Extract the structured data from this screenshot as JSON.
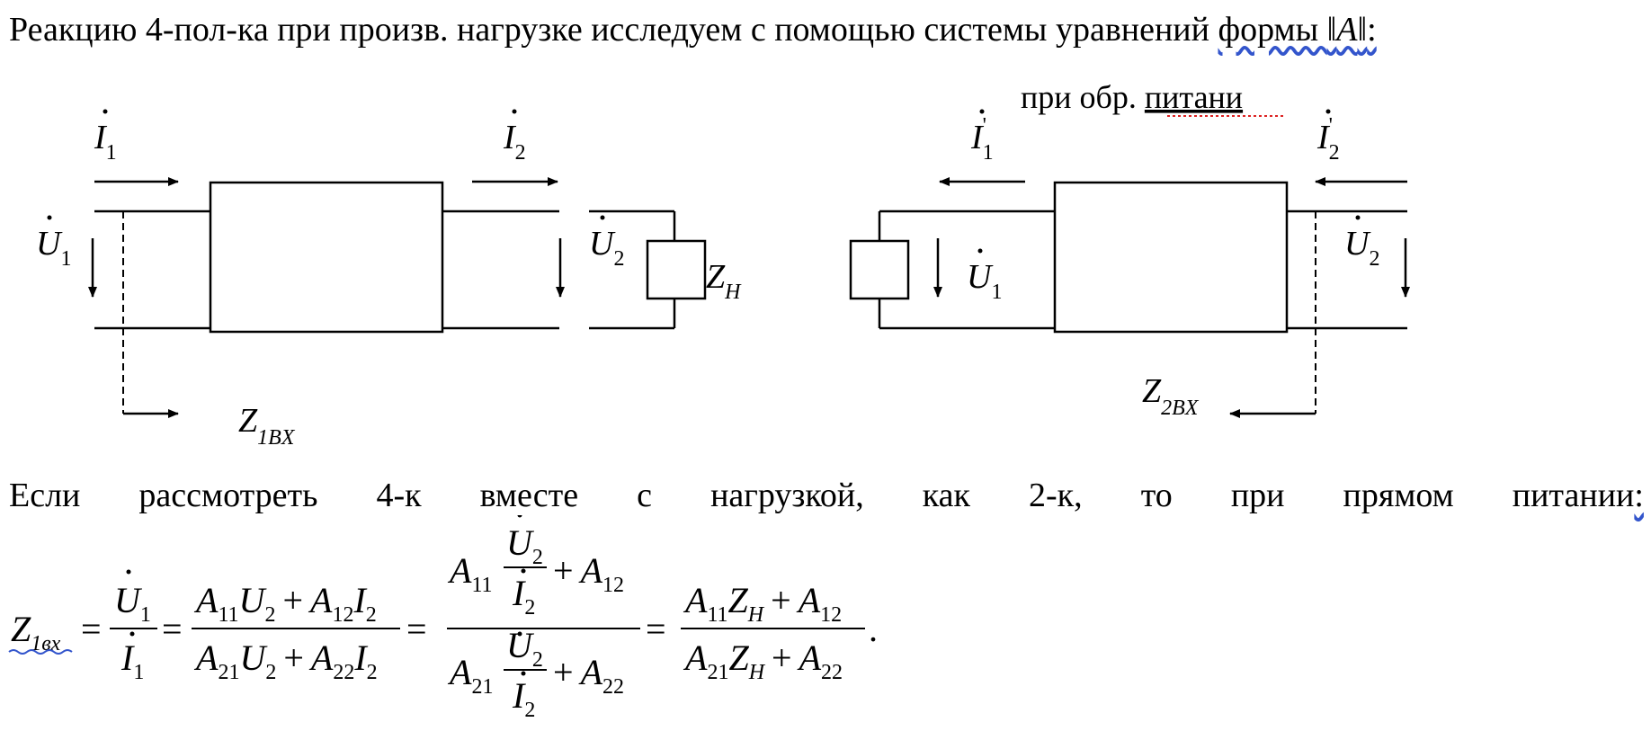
{
  "intro": {
    "text": "Реакцию 4-пол-ка при произв. нагрузке исследуем с помощью системы уравнений ",
    "link": "формы ",
    "matrix_symbol": "A",
    "colon": ":"
  },
  "diagram": {
    "reverse_caption_prefix": "при обр. ",
    "reverse_caption_word": "питани",
    "left": {
      "current_in": "I",
      "current_in_sub": "1",
      "current_out": "I",
      "current_out_sub": "2",
      "voltage_in": "U",
      "voltage_in_sub": "1",
      "voltage_out": "U",
      "voltage_out_sub": "2",
      "load": "Z",
      "load_sub": "H",
      "input_impedance": "Z",
      "input_impedance_sub": "1BX"
    },
    "right": {
      "current_in": "I",
      "current_in_sub": "1",
      "current_in_prime": "'",
      "current_out": "I",
      "current_out_sub": "2",
      "current_out_prime": "'",
      "voltage_in": "U",
      "voltage_in_sub": "1",
      "voltage_out": "U",
      "voltage_out_sub": "2",
      "input_impedance": "Z",
      "input_impedance_sub": "2BX"
    }
  },
  "sentence": {
    "words": [
      "Если",
      "рассмотреть",
      "4-к",
      "вместе",
      "с",
      "нагрузкой,",
      "как",
      "2-к,",
      "то",
      "при",
      "прямом",
      "питании"
    ],
    "trailing_colon": ":"
  },
  "formula": {
    "lhs": "Z",
    "lhs_sub": "1вх",
    "equals": "=",
    "period": ".",
    "f1": {
      "num": "U",
      "num_sub": "1",
      "den": "I",
      "den_sub": "1"
    },
    "f2": {
      "num": [
        "A",
        "11",
        "U",
        "2",
        "+",
        "A",
        "12",
        "I",
        "2"
      ],
      "den": [
        "A",
        "21",
        "U",
        "2",
        "+",
        "A",
        "22",
        "I",
        "2"
      ]
    },
    "f3": {
      "num_coef": "A",
      "num_coef_sub": "11",
      "num_plus": "+",
      "num_tail": "A",
      "num_tail_sub": "12",
      "den_coef": "A",
      "den_coef_sub": "21",
      "den_plus": "+",
      "den_tail": "A",
      "den_tail_sub": "22",
      "inner_num": "U",
      "inner_num_sub": "2",
      "inner_den": "I",
      "inner_den_sub": "2"
    },
    "f4": {
      "num": [
        "A",
        "11",
        "Z",
        "H",
        "+",
        "A",
        "12"
      ],
      "den": [
        "A",
        "21",
        "Z",
        "H",
        "+",
        "A",
        "22"
      ]
    }
  }
}
